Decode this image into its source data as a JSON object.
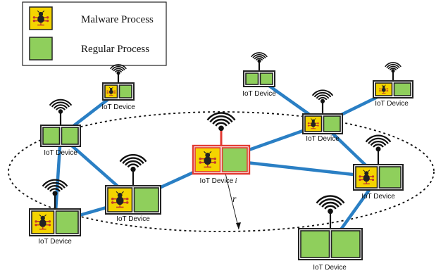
{
  "legend": {
    "malware_label": "Malware Process",
    "regular_label": "Regular Process"
  },
  "devices": [
    {
      "id": "d1",
      "label": "IoT Device",
      "label_suffix": "",
      "slots": [
        "malware",
        "regular"
      ],
      "highlight": false
    },
    {
      "id": "d2",
      "label": "IoT Device",
      "label_suffix": "",
      "slots": [
        "regular",
        "regular"
      ],
      "highlight": false
    },
    {
      "id": "d3",
      "label": "IoT Device",
      "label_suffix": "",
      "slots": [
        "malware",
        "regular"
      ],
      "highlight": false
    },
    {
      "id": "d4",
      "label": "IoT Device",
      "label_suffix": "",
      "slots": [
        "malware",
        "regular"
      ],
      "highlight": false
    },
    {
      "id": "d5",
      "label": "IoT Device",
      "label_suffix": "i",
      "slots": [
        "malware",
        "regular"
      ],
      "highlight": true
    },
    {
      "id": "d6",
      "label": "IoT Device",
      "label_suffix": "",
      "slots": [
        "regular",
        "regular"
      ],
      "highlight": false
    },
    {
      "id": "d7",
      "label": "IoT Device",
      "label_suffix": "",
      "slots": [
        "malware",
        "regular"
      ],
      "highlight": false
    },
    {
      "id": "d8",
      "label": "IoT Device",
      "label_suffix": "",
      "slots": [
        "malware",
        "regular"
      ],
      "highlight": false
    },
    {
      "id": "d9",
      "label": "IoT Device",
      "label_suffix": "",
      "slots": [
        "malware",
        "regular"
      ],
      "highlight": false
    },
    {
      "id": "d10",
      "label": "IoT Device",
      "label_suffix": "",
      "slots": [
        "regular",
        "regular"
      ],
      "highlight": false
    }
  ],
  "radius_label": "r",
  "colors": {
    "link": "#2a7fc4",
    "malware_fill": "#f4d400",
    "regular_fill": "#8fcf5c",
    "highlight": "#e23a32",
    "device_border": "#222222"
  }
}
